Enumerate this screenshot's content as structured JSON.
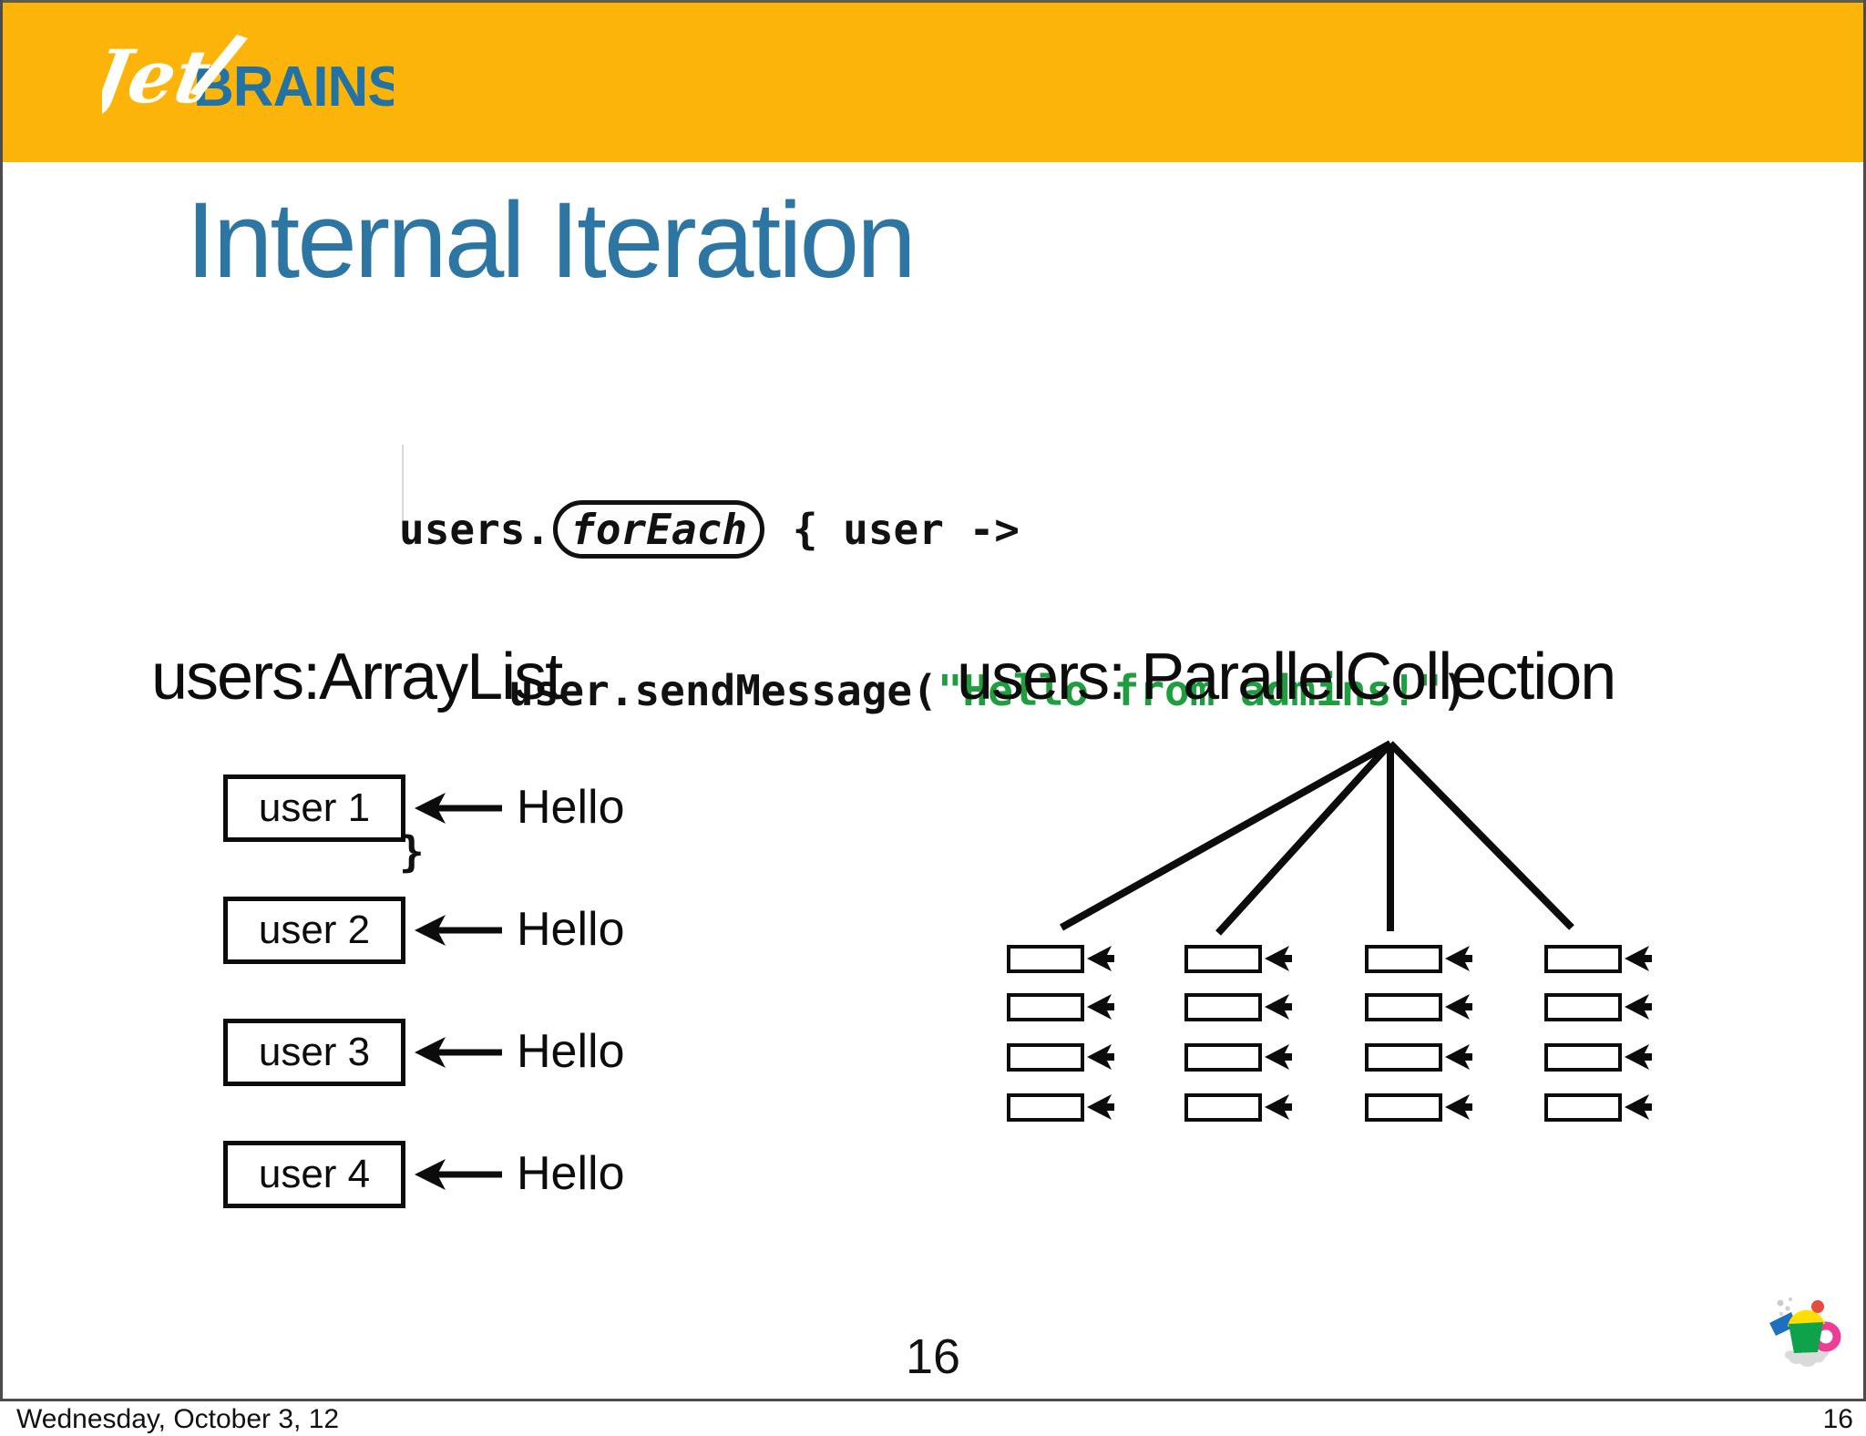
{
  "header": {
    "logo_jet": "Jet",
    "logo_brains": "BRAINS"
  },
  "slide": {
    "title": "Internal Iteration",
    "code": {
      "line1_prefix": "users.",
      "foreach_word": "forEach",
      "line1_suffix": " { user ->",
      "line2_prefix": "user.sendMessage(",
      "line2_string": "\"Hello from admins!\"",
      "line2_suffix": ")",
      "line3": "}"
    },
    "arraylist": {
      "heading": "users:ArrayList",
      "items": [
        "user 1",
        "user 2",
        "user 3",
        "user 4"
      ],
      "message_label": "Hello"
    },
    "parallel": {
      "heading": "users: ParallelCollection",
      "columns": 4,
      "rows": 4
    },
    "page_number": "16"
  },
  "footer": {
    "date": "Wednesday, October 3, 12",
    "page": "16"
  },
  "colors": {
    "header_orange": "#FCB40A",
    "title_blue": "#2D76A3",
    "logo_blue": "#2273A3",
    "code_string_green": "#1E9E3E",
    "diagram_black": "#0c0c0c"
  }
}
